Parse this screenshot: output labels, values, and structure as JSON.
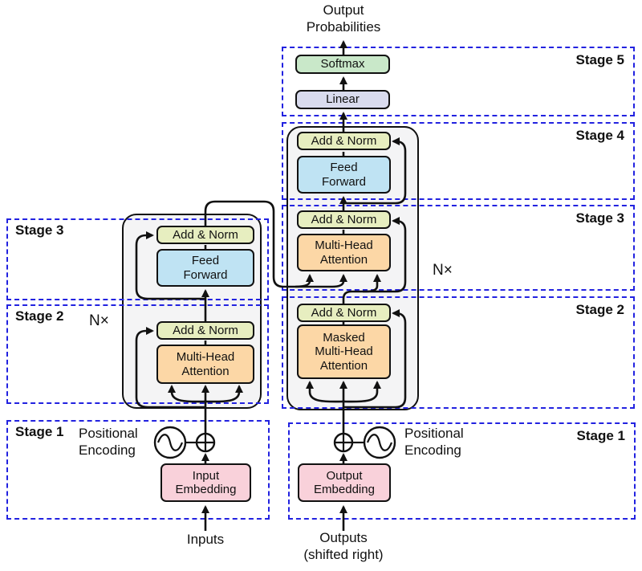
{
  "labels": {
    "output_probabilities": "Output\nProbabilities",
    "softmax": "Softmax",
    "linear": "Linear",
    "add_norm": "Add & Norm",
    "feed_forward": "Feed\nForward",
    "multi_head_attention": "Multi-Head\nAttention",
    "masked_multi_head_attention": "Masked\nMulti-Head\nAttention",
    "input_embedding": "Input\nEmbedding",
    "output_embedding": "Output\nEmbedding",
    "inputs": "Inputs",
    "outputs": "Outputs\n(shifted right)",
    "positional_encoding": "Positional\nEncoding",
    "n_times": "N×"
  },
  "stages": {
    "left": [
      {
        "label": "Stage 3"
      },
      {
        "label": "Stage 2"
      },
      {
        "label": "Stage 1"
      }
    ],
    "right": [
      {
        "label": "Stage 5"
      },
      {
        "label": "Stage 4"
      },
      {
        "label": "Stage 3"
      },
      {
        "label": "Stage 2"
      },
      {
        "label": "Stage 1"
      }
    ]
  },
  "colors": {
    "softmax": "#c9e8c9",
    "linear": "#d9dbee",
    "add_norm": "#e7eec0",
    "feed_forward": "#bfe3f3",
    "attention": "#fcd7a6",
    "embedding": "#f9d1da",
    "container_fill": "#f4f4f5",
    "stage_border": "#2222e0",
    "line": "#111111"
  }
}
